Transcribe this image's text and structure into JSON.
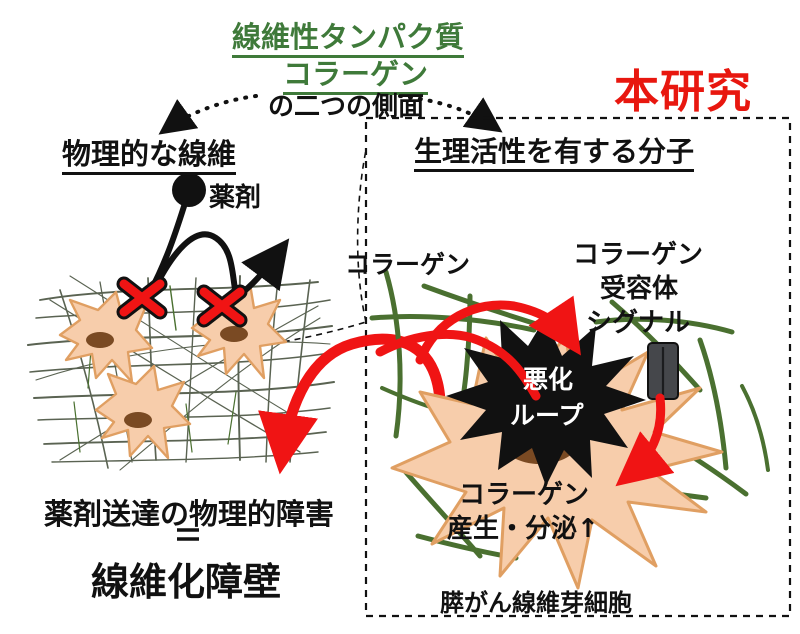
{
  "figure": {
    "title_line1": "線維性タンパク質",
    "title_line2": "コラーゲン",
    "title_line3": "の二つの側面",
    "study_badge": "本研究"
  },
  "left_panel": {
    "heading": "物理的な線維",
    "drug_label": "薬剤",
    "conclusion_line1": "薬剤送達の物理的障害",
    "conclusion_equals": "=",
    "conclusion_line2": "線維化障壁",
    "blocked_marks": [
      "x-mark-1",
      "x-mark-2"
    ],
    "cells": [
      "fibroblast-1",
      "fibroblast-2",
      "fibroblast-3"
    ]
  },
  "right_panel": {
    "heading": "生理活性を有する分子",
    "collagen_label": "コラーゲン",
    "receptor_line1": "コラーゲン",
    "receptor_line2": "受容体",
    "receptor_line3": "シグナル",
    "burst_line1": "悪化",
    "burst_line2": "ループ",
    "cell_line1": "コラーゲン",
    "cell_line2": "産生・分泌↑",
    "cell_caption": "膵がん線維芽細胞"
  },
  "colors": {
    "title_green": "#3f7a3a",
    "study_red": "#e8170f",
    "arrow_red": "#f01414",
    "fiber_green": "#4a7030",
    "fiber_gray": "#5a6352",
    "cell_fill": "#f7cdab",
    "cell_stroke": "#e09f62",
    "nucleus": "#7a4a23",
    "burst_black": "#111111",
    "receptor_gray": "#45474b",
    "text_black": "#111111"
  }
}
